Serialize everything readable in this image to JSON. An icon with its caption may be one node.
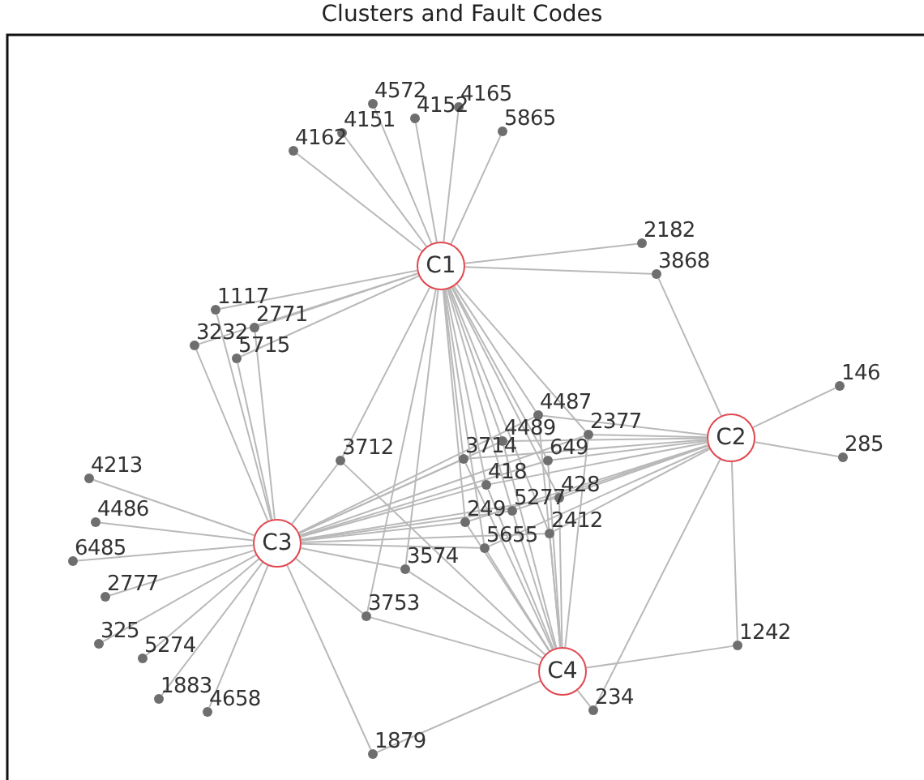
{
  "diagram": {
    "title": "Clusters and Fault Codes",
    "nodes": [
      {
        "text": [
          "4572"
        ]
      },
      {
        "text": [
          "4165"
        ]
      },
      {
        "text": [
          "4152"
        ]
      },
      {
        "text": [
          "4151"
        ]
      },
      {
        "text": [
          "5865"
        ]
      },
      {
        "text": [
          "4162"
        ]
      },
      {
        "text": [
          "2182"
        ]
      },
      {
        "text": [
          "C1"
        ]
      },
      {
        "text": [
          "3868"
        ]
      },
      {
        "text": [
          "1117"
        ]
      },
      {
        "text": [
          "2771"
        ]
      },
      {
        "text": [
          "3232"
        ]
      },
      {
        "text": [
          "5715"
        ]
      },
      {
        "text": [
          "146"
        ]
      },
      {
        "text": [
          "4487"
        ]
      },
      {
        "text": [
          "4489"
        ]
      },
      {
        "text": [
          "2377"
        ]
      },
      {
        "text": [
          "C2"
        ]
      },
      {
        "text": [
          "3712"
        ]
      },
      {
        "text": [
          "3714"
        ]
      },
      {
        "text": [
          "649"
        ]
      },
      {
        "text": [
          "285"
        ]
      },
      {
        "text": [
          "4213"
        ]
      },
      {
        "text": [
          "418"
        ]
      },
      {
        "text": [
          "428"
        ]
      },
      {
        "text": [
          "4486"
        ]
      },
      {
        "text": [
          "5277"
        ]
      },
      {
        "text": [
          "C3"
        ]
      },
      {
        "text": [
          "249"
        ]
      },
      {
        "text": [
          "2412"
        ]
      },
      {
        "text": [
          "5655"
        ]
      },
      {
        "text": [
          "6485"
        ]
      },
      {
        "text": [
          "3574"
        ]
      },
      {
        "text": [
          "2777"
        ]
      },
      {
        "text": [
          "3753"
        ]
      },
      {
        "text": [
          "325"
        ]
      },
      {
        "text": [
          "5274"
        ]
      },
      {
        "text": [
          "1242"
        ]
      },
      {
        "text": [
          "C4"
        ]
      },
      {
        "text": [
          "1883"
        ]
      },
      {
        "text": [
          "234"
        ]
      },
      {
        "text": [
          "4658"
        ]
      },
      {
        "text": [
          "1879"
        ]
      }
    ],
    "edges": [
      {
        "from": 7,
        "to": 0,
        "arrow": "none"
      },
      {
        "from": 7,
        "to": 1,
        "arrow": "none"
      },
      {
        "from": 7,
        "to": 2,
        "arrow": "none"
      },
      {
        "from": 7,
        "to": 3,
        "arrow": "none"
      },
      {
        "from": 7,
        "to": 4,
        "arrow": "none"
      },
      {
        "from": 7,
        "to": 5,
        "arrow": "none"
      },
      {
        "from": 7,
        "to": 6,
        "arrow": "none"
      },
      {
        "from": 7,
        "to": 8,
        "arrow": "none"
      },
      {
        "from": 7,
        "to": 9,
        "arrow": "none"
      },
      {
        "from": 7,
        "to": 10,
        "arrow": "none"
      },
      {
        "from": 7,
        "to": 11,
        "arrow": "none"
      },
      {
        "from": 7,
        "to": 12,
        "arrow": "none"
      },
      {
        "from": 7,
        "to": 18,
        "arrow": "none"
      },
      {
        "from": 7,
        "to": 32,
        "arrow": "none"
      },
      {
        "from": 7,
        "to": 34,
        "arrow": "none"
      },
      {
        "from": 7,
        "to": 14,
        "arrow": "none"
      },
      {
        "from": 7,
        "to": 15,
        "arrow": "none"
      },
      {
        "from": 7,
        "to": 16,
        "arrow": "none"
      },
      {
        "from": 7,
        "to": 19,
        "arrow": "none"
      },
      {
        "from": 7,
        "to": 20,
        "arrow": "none"
      },
      {
        "from": 7,
        "to": 23,
        "arrow": "none"
      },
      {
        "from": 7,
        "to": 24,
        "arrow": "none"
      },
      {
        "from": 7,
        "to": 26,
        "arrow": "none"
      },
      {
        "from": 7,
        "to": 28,
        "arrow": "none"
      },
      {
        "from": 7,
        "to": 29,
        "arrow": "none"
      },
      {
        "from": 7,
        "to": 30,
        "arrow": "none"
      },
      {
        "from": 17,
        "to": 8,
        "arrow": "none"
      },
      {
        "from": 17,
        "to": 13,
        "arrow": "none"
      },
      {
        "from": 17,
        "to": 21,
        "arrow": "none"
      },
      {
        "from": 17,
        "to": 37,
        "arrow": "none"
      },
      {
        "from": 17,
        "to": 40,
        "arrow": "none"
      },
      {
        "from": 17,
        "to": 14,
        "arrow": "none"
      },
      {
        "from": 17,
        "to": 15,
        "arrow": "none"
      },
      {
        "from": 17,
        "to": 16,
        "arrow": "none"
      },
      {
        "from": 17,
        "to": 19,
        "arrow": "none"
      },
      {
        "from": 17,
        "to": 20,
        "arrow": "none"
      },
      {
        "from": 17,
        "to": 23,
        "arrow": "none"
      },
      {
        "from": 17,
        "to": 24,
        "arrow": "none"
      },
      {
        "from": 17,
        "to": 26,
        "arrow": "none"
      },
      {
        "from": 17,
        "to": 28,
        "arrow": "none"
      },
      {
        "from": 17,
        "to": 29,
        "arrow": "none"
      },
      {
        "from": 17,
        "to": 30,
        "arrow": "none"
      },
      {
        "from": 27,
        "to": 9,
        "arrow": "none"
      },
      {
        "from": 27,
        "to": 10,
        "arrow": "none"
      },
      {
        "from": 27,
        "to": 11,
        "arrow": "none"
      },
      {
        "from": 27,
        "to": 12,
        "arrow": "none"
      },
      {
        "from": 27,
        "to": 22,
        "arrow": "none"
      },
      {
        "from": 27,
        "to": 25,
        "arrow": "none"
      },
      {
        "from": 27,
        "to": 31,
        "arrow": "none"
      },
      {
        "from": 27,
        "to": 33,
        "arrow": "none"
      },
      {
        "from": 27,
        "to": 35,
        "arrow": "none"
      },
      {
        "from": 27,
        "to": 36,
        "arrow": "none"
      },
      {
        "from": 27,
        "to": 39,
        "arrow": "none"
      },
      {
        "from": 27,
        "to": 41,
        "arrow": "none"
      },
      {
        "from": 27,
        "to": 42,
        "arrow": "none"
      },
      {
        "from": 27,
        "to": 18,
        "arrow": "none"
      },
      {
        "from": 27,
        "to": 32,
        "arrow": "none"
      },
      {
        "from": 27,
        "to": 34,
        "arrow": "none"
      },
      {
        "from": 27,
        "to": 14,
        "arrow": "none"
      },
      {
        "from": 27,
        "to": 15,
        "arrow": "none"
      },
      {
        "from": 27,
        "to": 16,
        "arrow": "none"
      },
      {
        "from": 27,
        "to": 19,
        "arrow": "none"
      },
      {
        "from": 27,
        "to": 20,
        "arrow": "none"
      },
      {
        "from": 27,
        "to": 23,
        "arrow": "none"
      },
      {
        "from": 27,
        "to": 24,
        "arrow": "none"
      },
      {
        "from": 27,
        "to": 26,
        "arrow": "none"
      },
      {
        "from": 27,
        "to": 28,
        "arrow": "none"
      },
      {
        "from": 27,
        "to": 29,
        "arrow": "none"
      },
      {
        "from": 27,
        "to": 30,
        "arrow": "none"
      },
      {
        "from": 38,
        "to": 40,
        "arrow": "none"
      },
      {
        "from": 38,
        "to": 37,
        "arrow": "none"
      },
      {
        "from": 38,
        "to": 42,
        "arrow": "none"
      },
      {
        "from": 38,
        "to": 18,
        "arrow": "none"
      },
      {
        "from": 38,
        "to": 32,
        "arrow": "none"
      },
      {
        "from": 38,
        "to": 34,
        "arrow": "none"
      },
      {
        "from": 38,
        "to": 14,
        "arrow": "none"
      },
      {
        "from": 38,
        "to": 15,
        "arrow": "none"
      },
      {
        "from": 38,
        "to": 16,
        "arrow": "none"
      },
      {
        "from": 38,
        "to": 19,
        "arrow": "none"
      },
      {
        "from": 38,
        "to": 20,
        "arrow": "none"
      },
      {
        "from": 38,
        "to": 23,
        "arrow": "none"
      },
      {
        "from": 38,
        "to": 24,
        "arrow": "none"
      },
      {
        "from": 38,
        "to": 26,
        "arrow": "none"
      },
      {
        "from": 38,
        "to": 28,
        "arrow": "none"
      },
      {
        "from": 38,
        "to": 29,
        "arrow": "none"
      },
      {
        "from": 38,
        "to": 30,
        "arrow": "none"
      }
    ]
  }
}
